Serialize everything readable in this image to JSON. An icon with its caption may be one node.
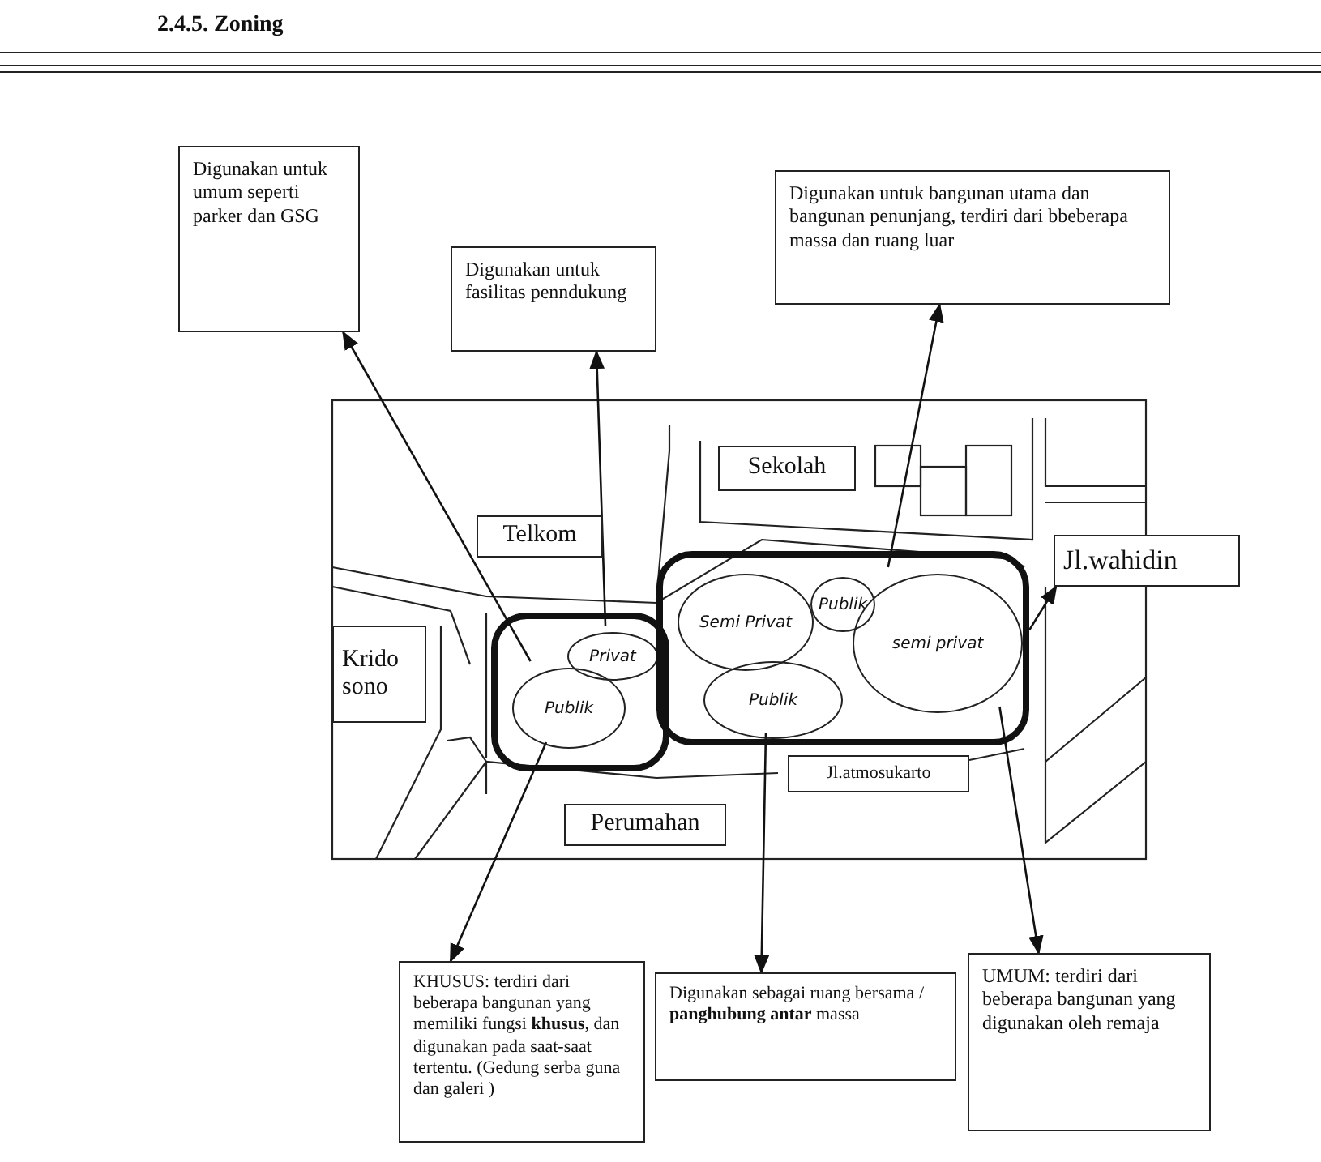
{
  "diagram": {
    "title": "2.4.5. Zoning",
    "nodes": [
      {
        "text": [
          "Digunakan untuk umum seperti parker dan GSG"
        ]
      },
      {
        "text": [
          "Digunakan untuk fasilitas penndukung"
        ]
      },
      {
        "text": [
          "Digunakan untuk bangunan utama dan bangunan penunjang, terdiri dari bbeberapa massa dan ruang luar"
        ]
      },
      {
        "text": [
          "Jl.wahidin"
        ]
      },
      {
        "text": [
          "Telkom"
        ]
      },
      {
        "text": [
          "Sekolah"
        ]
      },
      {
        "text": [
          "Krido sono"
        ]
      },
      {
        "text": [
          "Jl.atmosukarto"
        ]
      },
      {
        "text": [
          "Perumahan"
        ]
      },
      {
        "text": [],
        "shape": "outline"
      },
      {
        "text": [
          "Privat"
        ],
        "in": 9
      },
      {
        "text": [
          "Publik"
        ],
        "in": 9
      },
      {
        "text": [],
        "shape": "outline"
      },
      {
        "text": [
          "Semi Privat"
        ],
        "in": 12
      },
      {
        "text": [
          "Publik"
        ],
        "in": 12
      },
      {
        "text": [
          "Publik"
        ],
        "in": 12
      },
      {
        "text": [
          "semi privat"
        ],
        "in": 12
      },
      {
        "text": [
          "KHUSUS: terdiri dari beberapa bangunan yang memiliki fungsi **khusus**, dan digunakan pada saat-saat tertentu. (Gedung serba guna dan galeri )"
        ]
      },
      {
        "text": [
          "Digunakan sebagai ruang bersama / **panghubung antar** massa"
        ]
      },
      {
        "text": [
          "UMUM: terdiri dari beberapa bangunan yang digunakan oleh remaja"
        ]
      }
    ],
    "edges": [
      {
        "from": 11,
        "to": 0,
        "arrow": "to"
      },
      {
        "from": 10,
        "to": 1,
        "arrow": "to"
      },
      {
        "from": 16,
        "to": 2,
        "arrow": "to"
      },
      {
        "from": 12,
        "to": 3,
        "arrow": "to"
      },
      {
        "from": 11,
        "to": 17,
        "arrow": "to"
      },
      {
        "from": 15,
        "to": 18,
        "arrow": "to"
      },
      {
        "from": 16,
        "to": 19,
        "arrow": "to"
      }
    ]
  }
}
